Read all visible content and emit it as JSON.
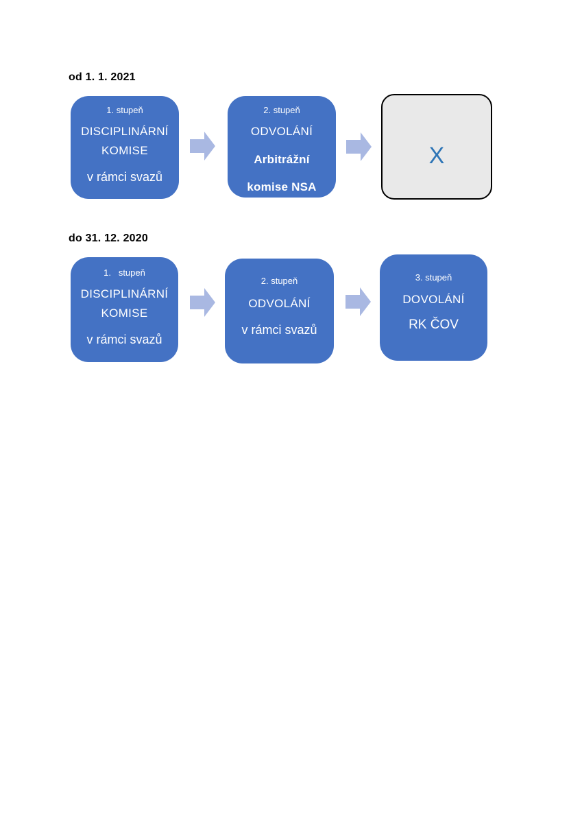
{
  "colors": {
    "box_fill": "#4472C4",
    "box_text": "#FFFFFF",
    "arrow_fill": "#A9B8E2",
    "terminal_fill": "#E9E9E9",
    "terminal_border": "#000000",
    "terminal_text": "#2E75B6",
    "heading_text": "#000000",
    "page_bg": "#FFFFFF"
  },
  "diagram_2021": {
    "title": "od 1. 1. 2021",
    "step1": {
      "stage": "1. stupeň",
      "name_line1": "DISCIPLINÁRNÍ",
      "name_line2": "KOMISE",
      "scope": "v rámci svazů"
    },
    "step2": {
      "stage": "2. stupeň",
      "name": "ODVOLÁNÍ",
      "authority_line1": "Arbitrážní",
      "authority_line2": "komise NSA"
    },
    "terminal": {
      "label": "X"
    }
  },
  "diagram_2020": {
    "title": "do 31. 12. 2020",
    "step1": {
      "stage": "1.   stupeň",
      "name_line1": "DISCIPLINÁRNÍ",
      "name_line2": "KOMISE",
      "scope": "v rámci svazů"
    },
    "step2": {
      "stage": "2. stupeň",
      "name": "ODVOLÁNÍ",
      "scope": "v rámci svazů"
    },
    "step3": {
      "stage": "3. stupeň",
      "name": "DOVOLÁNÍ",
      "authority": "RK ČOV"
    }
  }
}
